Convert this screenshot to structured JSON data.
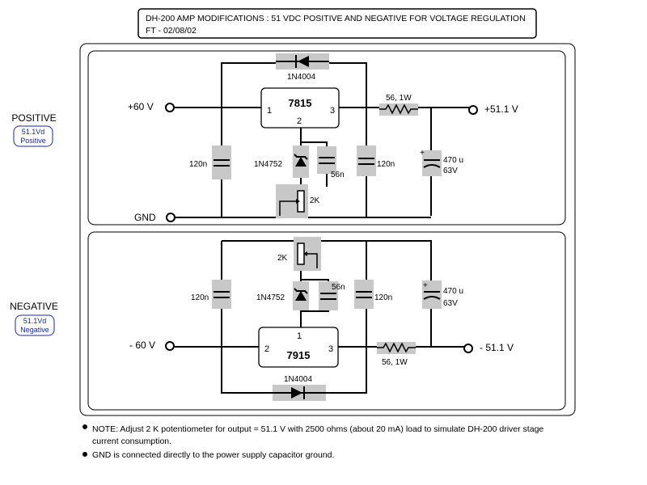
{
  "header": {
    "title": "DH-200 AMP MODIFICATIONS : 51 VDC POSITIVE AND NEGATIVE FOR VOLTAGE REGULATION",
    "subtitle": "FT - 02/08/02"
  },
  "positive": {
    "section_label": "POSITIVE",
    "badge_line1": "51.1Vd",
    "badge_line2": "Positive",
    "input_label": "+60 V",
    "output_label": "+51.1 V",
    "gnd_label": "GND",
    "regulator": "7815",
    "pin_in": "1",
    "pin_adj": "2",
    "pin_out": "3",
    "diode": "1N4004",
    "resistor": "56, 1W",
    "cap_left": "120n",
    "cap_right": "120n",
    "zener": "1N4752",
    "zener_cap": "56n",
    "pot": "2K",
    "elco_value": "470 u",
    "elco_voltage": "63V",
    "elco_polarity": "+"
  },
  "negative": {
    "section_label": "NEGATIVE",
    "badge_line1": "51.1Vd",
    "badge_line2": "Negative",
    "input_label": "- 60 V",
    "output_label": "- 51.1 V",
    "regulator": "7915",
    "pin_adj": "1",
    "pin_in": "2",
    "pin_out": "3",
    "diode": "1N4004",
    "resistor": "56, 1W",
    "cap_left": "120n",
    "cap_right": "120n",
    "zener": "1N4752",
    "zener_cap": "56n",
    "pot": "2K",
    "elco_value": "470 u",
    "elco_voltage": "63V",
    "elco_polarity": "+"
  },
  "notes": {
    "note1_line1": "NOTE: Adjust 2 K potentiometer for output = 51.1 V with 2500 ohms (about 20 mA) load to simulate DH-200 driver stage",
    "note1_line2": "current consumption.",
    "note2": "GND is connected directly to the power supply capacitor ground."
  },
  "colors": {
    "badge_text": "#1a2a9a",
    "component_highlight": "#c8c8c8"
  }
}
